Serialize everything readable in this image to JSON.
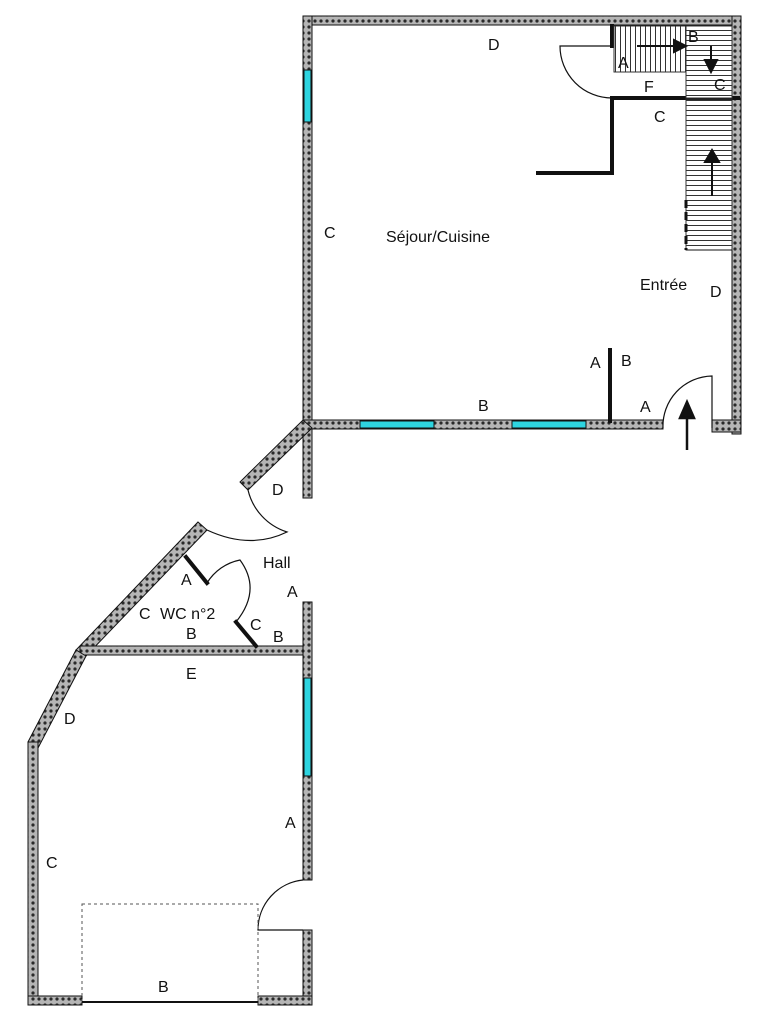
{
  "colors": {
    "wall_fill": "#9a9a9a",
    "wall_outline": "#111111",
    "window": "#2ed4e0",
    "ink": "#111111"
  },
  "rooms": {
    "sejour": "Séjour/Cuisine",
    "entree": "Entrée",
    "hall": "Hall",
    "wc": "WC n°2"
  },
  "labels": {
    "sejour_top": "D",
    "sejour_left": "C",
    "sejour_bottom": "B",
    "sejour_partition_left": "A",
    "sejour_partition_right": "B",
    "entree_wall": "A",
    "entree_right": "D",
    "stair_a": "A",
    "stair_b": "B",
    "stair_c": "C",
    "stair_f": "F",
    "kitchen_c": "C",
    "hall_d": "D",
    "hall_a": "A",
    "hall_b": "B",
    "wc_a": "A",
    "wc_c_left": "C",
    "wc_b": "B",
    "wc_c_right": "C",
    "bedroom_e": "E",
    "bedroom_d": "D",
    "bedroom_c": "C",
    "bedroom_a": "A",
    "bedroom_b": "B"
  },
  "icons": {
    "stair_arrow_right": "arrow-right-icon",
    "stair_arrow_down": "arrow-down-icon",
    "stair_arrow_up": "arrow-up-icon",
    "entry_arrow": "arrow-up-icon"
  }
}
